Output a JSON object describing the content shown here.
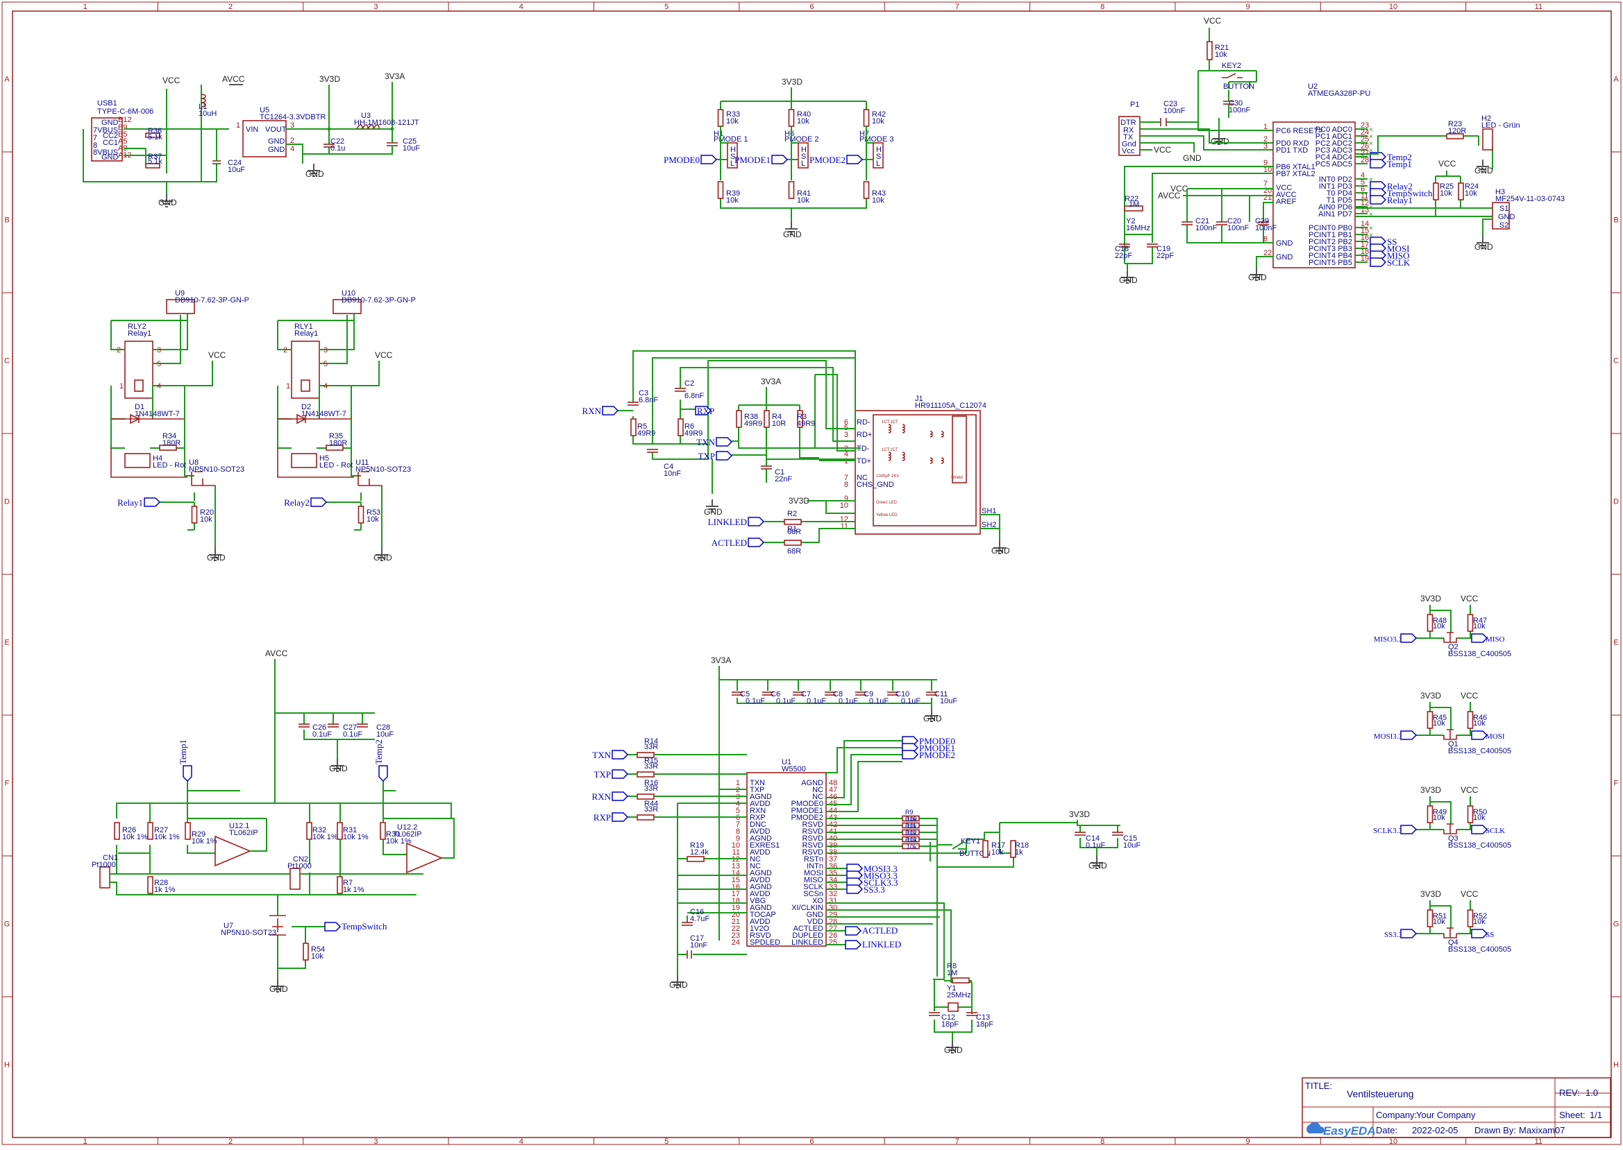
{
  "frame": {
    "cols": [
      "1",
      "2",
      "3",
      "4",
      "5",
      "6",
      "7",
      "8",
      "9",
      "10",
      "11"
    ],
    "rows": [
      "A",
      "B",
      "C",
      "D",
      "E",
      "F",
      "G",
      "H"
    ]
  },
  "title_block": {
    "title_label": "TITLE:",
    "title": "Ventilsteuerung",
    "rev_label": "REV:",
    "rev": "1.0",
    "company_label": "Company:",
    "company": "Your Company",
    "sheet_label": "Sheet:",
    "sheet": "1/1",
    "logo_text": "EasyEDA",
    "date_label": "Date:",
    "date": "2022-02-05",
    "drawn_label": "Drawn By:",
    "drawn_by": "Maxixam07"
  },
  "power": {
    "vcc": "VCC",
    "avcc": "AVCC",
    "v3d": "3V3D",
    "v3a": "3V3A",
    "gnd": "GND"
  },
  "usb": {
    "ref": "USB1",
    "part": "TYPE-C-6M-006",
    "pins_left": [
      "GND",
      "7VBUS",
      "7",
      "8",
      "8VBUS",
      "GND"
    ],
    "pins_right": [
      "B12",
      "B9",
      "B5",
      "A5",
      "A9",
      "A12"
    ],
    "pins_mid": [
      "CC2",
      "CC1"
    ],
    "r36": "R36",
    "r36v": "5.1k",
    "r37": "R37",
    "r37v": "5.1k",
    "l1": "L1",
    "l1v": "10uH",
    "c24": "C24",
    "c24v": "10uF"
  },
  "reg": {
    "ref": "U5",
    "part": "TC1264-3.3VDBTR",
    "vin": "VIN",
    "vout": "VOUT",
    "gnd": "GND",
    "p1": "1",
    "p2": "2",
    "p3": "3",
    "p4": "4",
    "c22": "C22",
    "c22v": "0.1u",
    "u3": "U3",
    "u3v": "HH-1M1608-121JT",
    "c25": "C25",
    "c25v": "10uF"
  },
  "pmode": [
    {
      "rt": "R33",
      "rtv": "10k",
      "h": "H1",
      "hl": "PMODE 1",
      "rb": "R39",
      "rbv": "10k",
      "net": "PMODE0"
    },
    {
      "rt": "R40",
      "rtv": "10k",
      "h": "H6",
      "hl": "PMODE 2",
      "rb": "R41",
      "rbv": "10k",
      "net": "PMODE1"
    },
    {
      "rt": "R42",
      "rtv": "10k",
      "h": "H7",
      "hl": "PMODE 3",
      "rb": "R43",
      "rbv": "10k",
      "net": "PMODE2"
    }
  ],
  "mcu": {
    "ref": "U2",
    "part": "ATMEGA328P-PU",
    "left": [
      {
        "n": "1",
        "l": "PC6 RESET#"
      },
      {
        "n": "2",
        "l": "PD0 RXD"
      },
      {
        "n": "3",
        "l": "PD1 TXD"
      },
      {
        "n": "9",
        "l": "PB6 XTAL1"
      },
      {
        "n": "10",
        "l": "PB7 XTAL2"
      },
      {
        "n": "7",
        "l": "VCC"
      },
      {
        "n": "20",
        "l": "AVCC"
      },
      {
        "n": "21",
        "l": "AREF"
      },
      {
        "n": "8",
        "l": "GND"
      },
      {
        "n": "22",
        "l": "GND"
      }
    ],
    "right": [
      {
        "n": "23",
        "l": "PC0 ADC0",
        "net": ""
      },
      {
        "n": "24",
        "l": "PC1 ADC1",
        "net": ""
      },
      {
        "n": "25",
        "l": "PC2 ADC2",
        "net": ""
      },
      {
        "n": "26",
        "l": "PC3 ADC3",
        "net": ""
      },
      {
        "n": "27",
        "l": "PC4 ADC4",
        "net": "Temp2"
      },
      {
        "n": "28",
        "l": "PC5 ADC5",
        "net": "Temp1"
      },
      {
        "n": "4",
        "l": "INT0 PD2",
        "net": ""
      },
      {
        "n": "5",
        "l": "INT1 PD3",
        "net": "Relay2"
      },
      {
        "n": "6",
        "l": "T0 PD4",
        "net": "TempSwitch"
      },
      {
        "n": "11",
        "l": "T1 PD5",
        "net": "Relay1"
      },
      {
        "n": "12",
        "l": "AIN0 PD6",
        "net": ""
      },
      {
        "n": "13",
        "l": "AIN1 PD7",
        "net": ""
      },
      {
        "n": "14",
        "l": "PCINT0 PB0",
        "net": ""
      },
      {
        "n": "15",
        "l": "PCINT1 PB1",
        "net": ""
      },
      {
        "n": "16",
        "l": "PCINT2 PB2",
        "net": "SS"
      },
      {
        "n": "17",
        "l": "PCINT3 PB3",
        "net": "MOSI"
      },
      {
        "n": "18",
        "l": "PCINT4 PB4",
        "net": "MISO"
      },
      {
        "n": "19",
        "l": "PCINT5 PB5",
        "net": "SCLK"
      }
    ],
    "p1": "P1",
    "p1pins": [
      "DTR",
      "RX",
      "TX",
      "Gnd",
      "Vcc"
    ],
    "r21": "R21",
    "r21v": "10k",
    "key2": "KEY2",
    "key2v": "BUTTON",
    "c23": "C23",
    "c23v": "100nF",
    "c30": "C30",
    "c30v": "100nF",
    "r22": "R22",
    "r22v": "1M",
    "y2": "Y2",
    "y2v": "16MHz",
    "c18": "C18",
    "c18v": "22pF",
    "c19": "C19",
    "c19v": "22pF",
    "c21": "C21",
    "c20": "C20",
    "c29": "C29",
    "cv": "100nF",
    "r23": "R23",
    "r23v": "120R",
    "h2": "H2",
    "h2v": "LED - Grün",
    "r25": "R25",
    "r25v": "10k",
    "r24": "R24",
    "r24v": "10k",
    "h3": "H3",
    "h3v": "MF254V-11-03-0743",
    "h3pins": [
      "S1",
      "GND",
      "S2"
    ]
  },
  "relays": [
    {
      "u": "U9",
      "uv": "DB910-7.62-3P-GN-P",
      "rly": "RLY2",
      "rlyv": "Relay1",
      "d": "D1",
      "dv": "1N4148WT-7",
      "r": "R34",
      "rv": "180R",
      "h": "H4",
      "hv": "LED - Rot",
      "q": "U8",
      "qv": "NP5N10-SOT23",
      "net": "Relay1",
      "rg": "R20",
      "rgv": "10k"
    },
    {
      "u": "U10",
      "uv": "DB910-7.62-3P-GN-P",
      "rly": "RLY1",
      "rlyv": "Relay1",
      "d": "D2",
      "dv": "1N4148WT-7",
      "r": "R35",
      "rv": "180R",
      "h": "H5",
      "hv": "LED - Rot",
      "q": "U11",
      "qv": "NP5N10-SOT23",
      "net": "Relay2",
      "rg": "R53",
      "rgv": "10k"
    }
  ],
  "eth": {
    "j1": "J1",
    "j1v": "HR911105A_C12074",
    "pins": [
      {
        "n": "6",
        "l": "RD-"
      },
      {
        "n": "5",
        "l": ""
      },
      {
        "n": "3",
        "l": "RD+"
      },
      {
        "n": "2",
        "l": "TD-"
      },
      {
        "n": "4",
        "l": ""
      },
      {
        "n": "1",
        "l": "TD+"
      },
      {
        "n": "7",
        "l": "NC"
      },
      {
        "n": "8",
        "l": "CHS_GND"
      },
      {
        "n": "9",
        "l": ""
      },
      {
        "n": "10",
        "l": ""
      },
      {
        "n": "12",
        "l": ""
      },
      {
        "n": "11",
        "l": ""
      }
    ],
    "sh1": "SH1",
    "sh2": "SH2",
    "c3": "C3",
    "c3v": "6.8nF",
    "c2": "C2",
    "c2v": "6.8nF",
    "r5": "R5",
    "r5v": "49R9",
    "r6": "R6",
    "r6v": "49R9",
    "c4": "C4",
    "c4v": "10nF",
    "r38": "R38",
    "r38v": "49R9",
    "r4": "R4",
    "r4v": "10R",
    "r3": "R3",
    "r3v": "49R9",
    "c1": "C1",
    "c1v": "22nF",
    "r2": "R2",
    "r2v": "68R",
    "r1": "R1",
    "r1v": "68R",
    "inner": [
      "1CT:1CT",
      "1CT:1CT",
      "1000pF 2KV",
      "Yellow LED",
      "Green LED",
      "Shield"
    ],
    "nets": {
      "rxn": "RXN",
      "rxp": "RXP",
      "txn": "TXN",
      "txp": "TXP",
      "linkled": "LINKLED",
      "actled": "ACTLED"
    }
  },
  "temp": {
    "c26": "C26",
    "c26v": "0.1uF",
    "c27": "C27",
    "c27v": "0.1uF",
    "c28": "C28",
    "c28v": "10uF",
    "u12a": "U12.1",
    "u12av": "TL062IP",
    "u12b": "U12.2",
    "u12bv": "TL062IP",
    "r26": "R26",
    "r26v": "10k 1%",
    "r27": "R27",
    "r27v": "10k 1%",
    "r29": "R29",
    "r29v": "10k 1%",
    "r28": "R28",
    "r28v": "1k 1%",
    "cn1": "CN1",
    "cn1v": "Pt1000",
    "r32": "R32",
    "r32v": "10k 1%",
    "r31": "R31",
    "r31v": "10k 1%",
    "r30": "R30",
    "r30v": "10k 1%",
    "r7": "R7",
    "r7v": "1k 1%",
    "cn2": "CN2",
    "cn2v": "Pt1000",
    "u7": "U7",
    "u7v": "NP5N10-SOT23",
    "r54": "R54",
    "r54v": "10k",
    "temp1": "Temp1",
    "temp2": "Temp2",
    "tempswitch": "TempSwitch"
  },
  "w5500": {
    "ref": "U1",
    "part": "W5500",
    "left": [
      {
        "n": "1",
        "l": "TXN"
      },
      {
        "n": "2",
        "l": "TXP"
      },
      {
        "n": "3",
        "l": "AGND"
      },
      {
        "n": "4",
        "l": "AVDD"
      },
      {
        "n": "5",
        "l": "RXN"
      },
      {
        "n": "6",
        "l": "RXP"
      },
      {
        "n": "7",
        "l": "DNC"
      },
      {
        "n": "8",
        "l": "AVDD"
      },
      {
        "n": "9",
        "l": "AGND"
      },
      {
        "n": "10",
        "l": "EXRES1"
      },
      {
        "n": "11",
        "l": "AVDD"
      },
      {
        "n": "12",
        "l": "NC"
      },
      {
        "n": "13",
        "l": "NC"
      },
      {
        "n": "14",
        "l": "AGND"
      },
      {
        "n": "15",
        "l": "AVDD"
      },
      {
        "n": "16",
        "l": "AGND"
      },
      {
        "n": "17",
        "l": "AVDD"
      },
      {
        "n": "18",
        "l": "VBG"
      },
      {
        "n": "19",
        "l": "AGND"
      },
      {
        "n": "20",
        "l": "TOCAP"
      },
      {
        "n": "21",
        "l": "AVDD"
      },
      {
        "n": "22",
        "l": "1V2O"
      },
      {
        "n": "23",
        "l": "RSVD"
      },
      {
        "n": "24",
        "l": "SPDLED"
      }
    ],
    "right": [
      {
        "n": "48",
        "l": "AGND"
      },
      {
        "n": "47",
        "l": "NC"
      },
      {
        "n": "46",
        "l": "NC"
      },
      {
        "n": "45",
        "l": "PMODE0"
      },
      {
        "n": "44",
        "l": "PMODE1"
      },
      {
        "n": "43",
        "l": "PMODE2"
      },
      {
        "n": "42",
        "l": "RSVD"
      },
      {
        "n": "41",
        "l": "RSVD"
      },
      {
        "n": "40",
        "l": "RSVD"
      },
      {
        "n": "39",
        "l": "RSVD"
      },
      {
        "n": "38",
        "l": "RSVD"
      },
      {
        "n": "37",
        "l": "RSTn"
      },
      {
        "n": "36",
        "l": "INTn"
      },
      {
        "n": "35",
        "l": "MOSI"
      },
      {
        "n": "34",
        "l": "MISO"
      },
      {
        "n": "33",
        "l": "SCLK"
      },
      {
        "n": "32",
        "l": "SCSn"
      },
      {
        "n": "31",
        "l": "XO"
      },
      {
        "n": "30",
        "l": "XI/CLKIN"
      },
      {
        "n": "29",
        "l": "GND"
      },
      {
        "n": "28",
        "l": "VDD"
      },
      {
        "n": "27",
        "l": "ACTLED"
      },
      {
        "n": "26",
        "l": "DUPLED"
      },
      {
        "n": "25",
        "l": "LINKLED"
      }
    ],
    "r14": "R14",
    "r14v": "33R",
    "r15": "R15",
    "r15v": "33R",
    "r16": "R16",
    "r16v": "33R",
    "r44": "R44",
    "r44v": "33R",
    "r19": "R19",
    "r19v": "12.4k",
    "c16": "C16",
    "c16v": "4.7uF",
    "c17": "C17",
    "c17v": "10nF",
    "caps": [
      {
        "r": "C5",
        "v": "0.1uF"
      },
      {
        "r": "C6",
        "v": "0.1uF"
      },
      {
        "r": "C7",
        "v": "0.1uF"
      },
      {
        "r": "C8",
        "v": "0.1uF"
      },
      {
        "r": "C9",
        "v": "0.1uF"
      },
      {
        "r": "C10",
        "v": "0.1uF"
      },
      {
        "r": "C11",
        "v": "10uF"
      }
    ],
    "rr": [
      {
        "r": "R9",
        "v": "10k"
      },
      {
        "r": "R10",
        "v": "10k"
      },
      {
        "r": "R11",
        "v": "10k"
      },
      {
        "r": "R12",
        "v": "10k"
      },
      {
        "r": "R13",
        "v": "10k"
      }
    ],
    "key1": "KEY1",
    "key1v": "BUTTON",
    "r17": "R17",
    "r17v": "10k",
    "r18": "R18",
    "r18v": "1k",
    "c14": "C14",
    "c14v": "0.1uF",
    "c15": "C15",
    "c15v": "10uF",
    "r8": "R8",
    "r8v": "1M",
    "y1": "Y1",
    "y1v": "25MHz",
    "c12": "C12",
    "c12v": "18pF",
    "c13": "C13",
    "c13v": "18pF",
    "spi": [
      "MOSI3.3",
      "MISO3.3",
      "SCLK3.3",
      "SS3.3"
    ],
    "pm": [
      "PMODE0",
      "PMODE1",
      "PMODE2"
    ]
  },
  "levels": [
    {
      "ra": "R48",
      "rav": "10k",
      "rb": "R47",
      "rbv": "10k",
      "q": "Q2",
      "qv": "BSS138_C400505",
      "left": "MISO3.3",
      "right": "MISO"
    },
    {
      "ra": "R45",
      "rav": "10k",
      "rb": "R46",
      "rbv": "10k",
      "q": "Q1",
      "qv": "BSS138_C400505",
      "left": "MOSI3.3",
      "right": "MOSI"
    },
    {
      "ra": "R49",
      "rav": "10k",
      "rb": "R50",
      "rbv": "10k",
      "q": "Q3",
      "qv": "BSS138_C400505",
      "left": "SCLK3.3",
      "right": "SCLK"
    },
    {
      "ra": "R51",
      "rav": "10k",
      "rb": "R52",
      "rbv": "10k",
      "q": "Q4",
      "qv": "BSS138_C400505",
      "left": "SS3.3",
      "right": "SS"
    }
  ]
}
